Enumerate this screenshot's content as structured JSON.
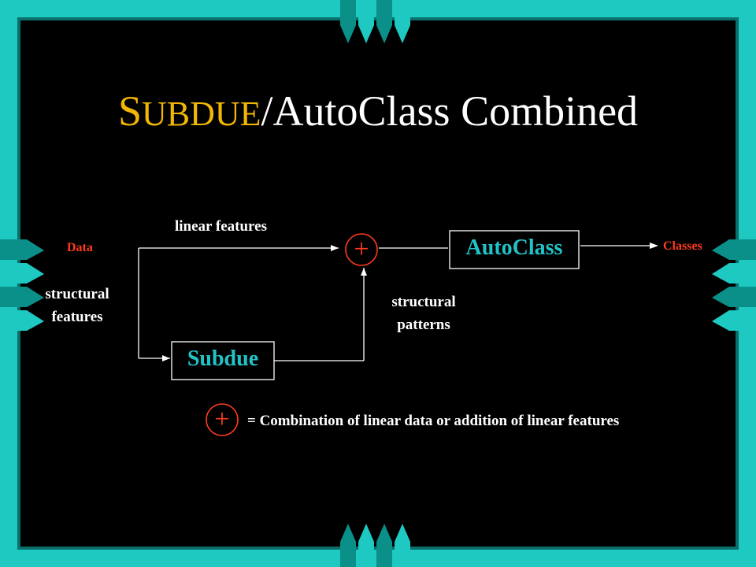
{
  "slide": {
    "title_prefix_first": "S",
    "title_prefix_rest": "UBDUE",
    "title_suffix": "/AutoClass Combined"
  },
  "diagram": {
    "input_label": "Data",
    "output_label": "Classes",
    "linear_features_label": "linear features",
    "structural_features_line1": "structural",
    "structural_features_line2": "features",
    "structural_patterns_line1": "structural",
    "structural_patterns_line2": "patterns",
    "subdue_box_label": "Subdue",
    "autoclass_box_label": "AutoClass",
    "combine_symbol": "+"
  },
  "legend": {
    "symbol": "+",
    "text": "= Combination of linear data or addition of linear features"
  },
  "colors": {
    "frame_teal": "#1ec9c2",
    "frame_dark": "#0a6f6b",
    "background": "#000000",
    "title_accent": "#f2b705",
    "label_red": "#ff3b1f",
    "box_text": "#22c3c8"
  }
}
